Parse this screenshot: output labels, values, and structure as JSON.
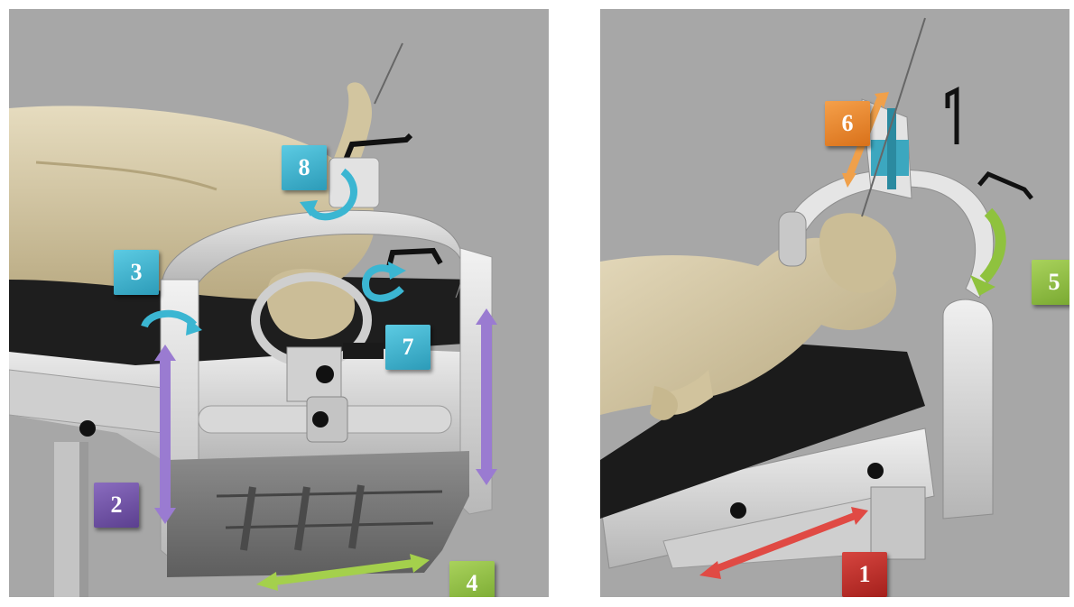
{
  "left_panel": {
    "badges": {
      "b2": "2",
      "b3": "3",
      "b4": "4",
      "b7": "7",
      "b8": "8"
    }
  },
  "right_panel": {
    "badges": {
      "b1": "1",
      "b5": "5",
      "b6": "6"
    }
  },
  "colors": {
    "background": "#a7a7a7",
    "skin": "#d6c9a5",
    "frame": "#dcdcdc",
    "mattress": "#1c1c1c",
    "cyan_badge": "#3db3d0",
    "purple_badge": "#6a4ea6",
    "green_badge": "#8cbc3e",
    "orange_badge": "#f08a2c",
    "red_badge": "#c0302b"
  }
}
